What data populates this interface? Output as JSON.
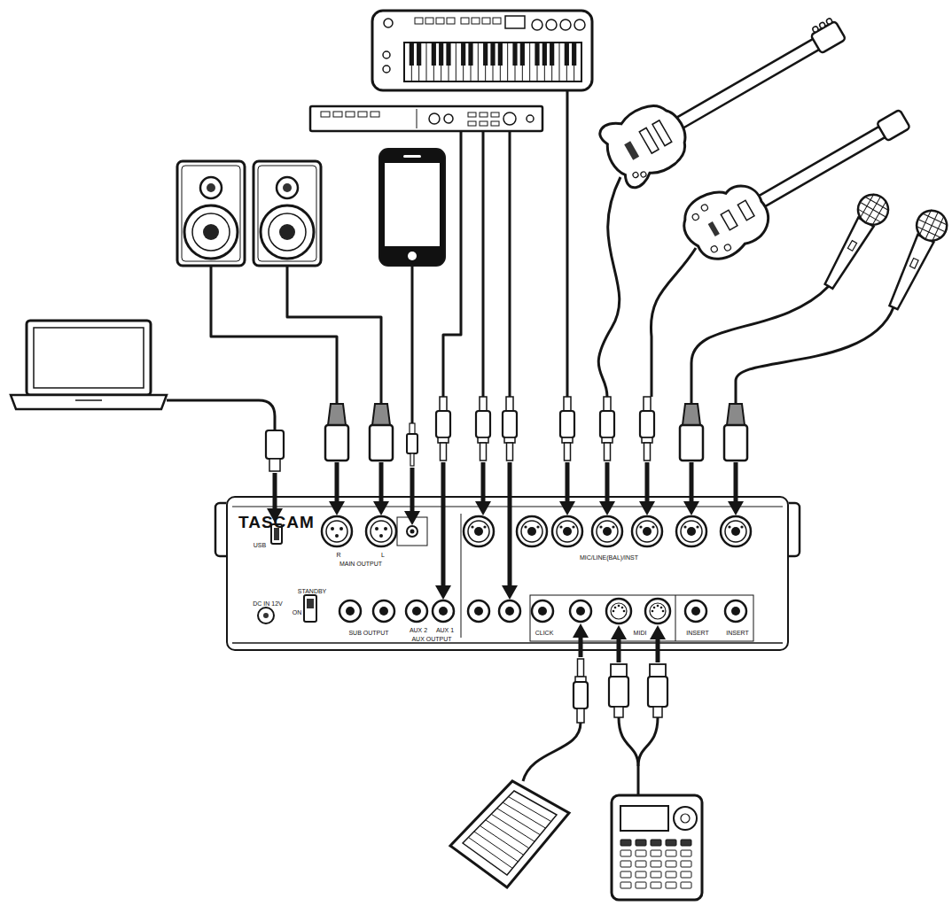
{
  "diagram": {
    "nodes": [
      {
        "text": [
          "TASCAM",
          "USB",
          "DC IN 12V",
          "STANDBY",
          "ON",
          "R",
          "L",
          "MAIN OUTPUT",
          "SUB OUTPUT",
          "AUX 2",
          "AUX 1",
          "AUX OUTPUT",
          "MIC/LINE(BAL)/INST",
          "CLICK",
          "MIDI",
          "INSERT",
          "INSERT"
        ]
      }
    ]
  }
}
